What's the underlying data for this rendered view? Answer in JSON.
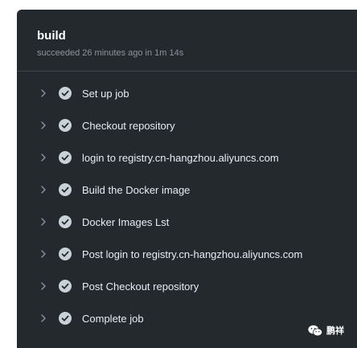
{
  "job": {
    "title": "build",
    "status": "succeeded 26 minutes ago in 1m 14s"
  },
  "steps": [
    {
      "label": "Set up job",
      "status_icon": "check-circle-icon"
    },
    {
      "label": "Checkout repository",
      "status_icon": "check-circle-icon"
    },
    {
      "label": "login to registry.cn-hangzhou.aliyuncs.com",
      "status_icon": "check-circle-icon"
    },
    {
      "label": "Build the Docker image",
      "status_icon": "check-circle-icon"
    },
    {
      "label": "Docker Images Lst",
      "status_icon": "check-circle-icon"
    },
    {
      "label": "Post login to registry.cn-hangzhou.aliyuncs.com",
      "status_icon": "check-circle-icon"
    },
    {
      "label": "Post Checkout repository",
      "status_icon": "check-circle-icon"
    },
    {
      "label": "Complete job",
      "status_icon": "check-circle-icon"
    }
  ],
  "watermark": {
    "text": "鹏祥",
    "icon": "wechat-icon"
  },
  "colors": {
    "panel_bg": "#24292e",
    "text": "#e6edf3",
    "muted": "#8b949e",
    "check_bg": "#c9d1d9"
  }
}
